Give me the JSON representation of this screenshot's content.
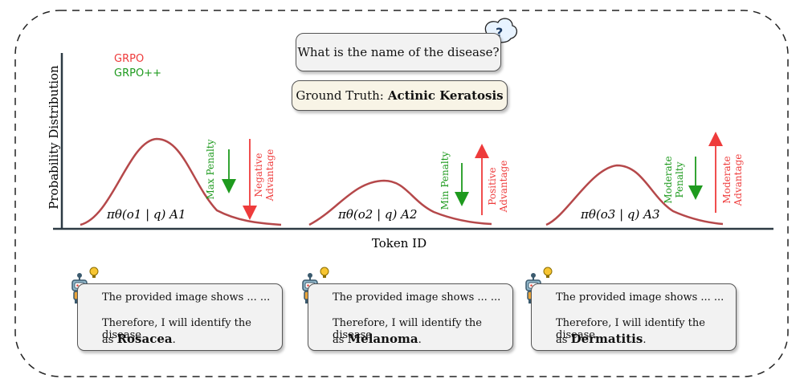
{
  "question": "What is the name of the disease?",
  "ground_truth": {
    "prefix": "Ground Truth:",
    "answer": "Actinic Keratosis"
  },
  "legend": {
    "grpo": "GRPO",
    "grpo_pp": "GRPO++"
  },
  "axes": {
    "y_label": "Probability Distribution",
    "x_label": "Token ID"
  },
  "distributions": [
    {
      "formula": "πθ(o1 | q) A1",
      "penalty": "Max Penalty",
      "advantage_line1": "Negative",
      "advantage_line2": "Advantage"
    },
    {
      "formula": "πθ(o2 | q) A2",
      "penalty": "Min Penalty",
      "advantage_line1": "Positive",
      "advantage_line2": "Advantage"
    },
    {
      "formula": "πθ(o3 | q) A3",
      "penalty_line1": "Moderate",
      "penalty_line2": "Penalty",
      "advantage_line1": "Moderate",
      "advantage_line2": "Advantage"
    }
  ],
  "responses": [
    {
      "line1": "The provided image shows ... ...",
      "line2": "Therefore, I will identify the disease",
      "prefix": "as",
      "answer": "Rosacea",
      "suffix": "."
    },
    {
      "line1": "The provided image shows ... ...",
      "line2": "Therefore, I will identify the disease",
      "prefix": "as",
      "answer": "Melanoma",
      "suffix": "."
    },
    {
      "line1": "The provided image shows ... ...",
      "line2": "Therefore, I will identify the disease",
      "prefix": "as",
      "answer": "Dermatitis",
      "suffix": "."
    }
  ],
  "colors": {
    "curve": "#b5484a",
    "green": "#1e9a1e",
    "red": "#ee3b3b",
    "axis": "#2d3a44"
  },
  "icons": [
    "question-bubble-icon",
    "robot-icon",
    "lightbulb-icon"
  ]
}
